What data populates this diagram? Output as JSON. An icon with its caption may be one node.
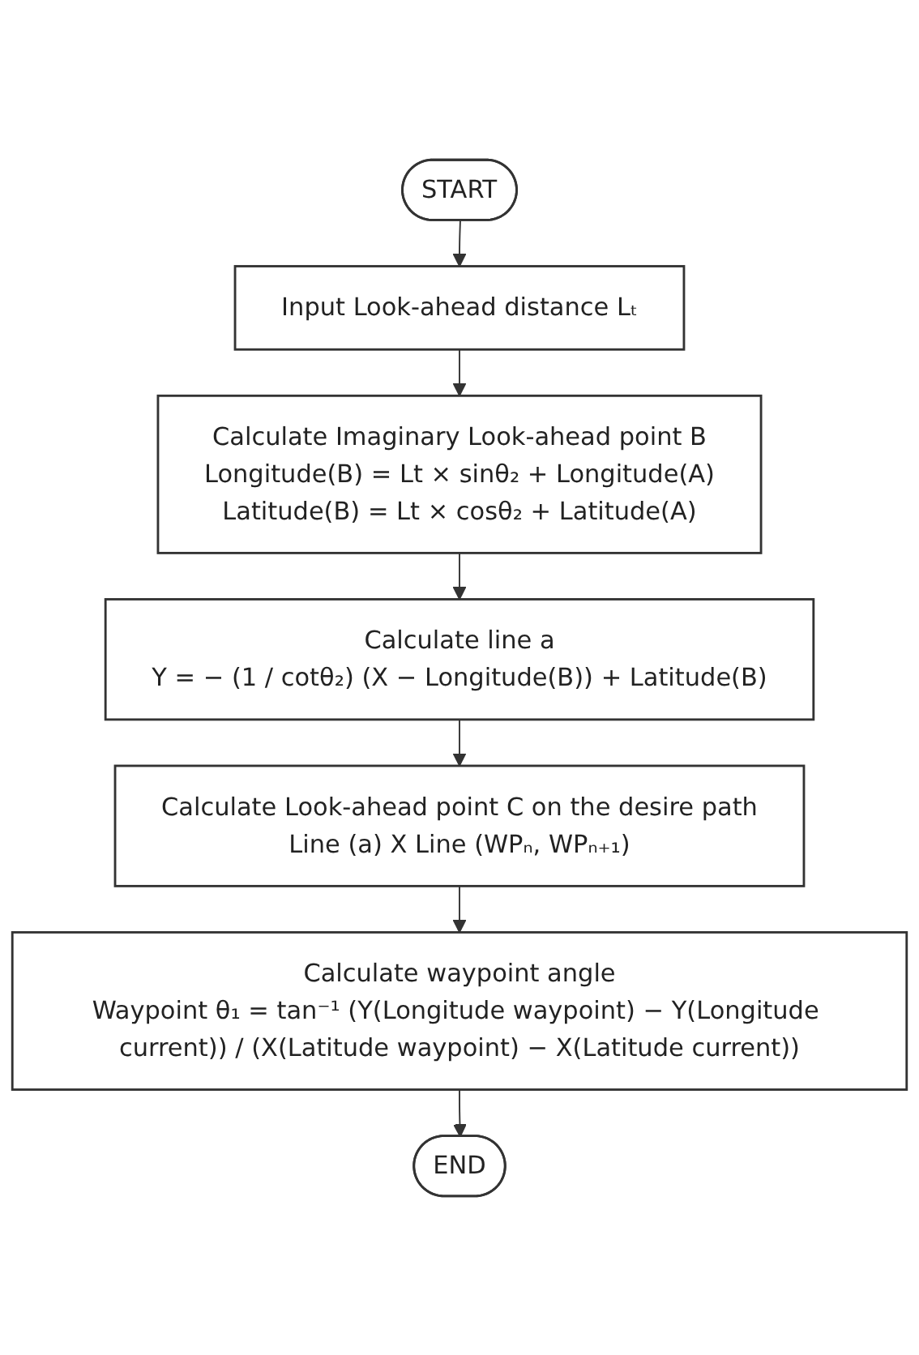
{
  "diagram": {
    "nodes": [
      {
        "text": [
          "START"
        ]
      },
      {
        "text": [
          "Input Look-ahead distance Lₜ"
        ]
      },
      {
        "text": [
          "Calculate Imaginary Look-ahead point B",
          "Longitude(B) = Lt × sinθ₂ + Longitude(A)",
          "Latitude(B) = Lt × cosθ₂ + Latitude(A)"
        ]
      },
      {
        "text": [
          "Calculate line a",
          "Y = − (1 / cotθ₂) (X − Longitude(B)) + Latitude(B)"
        ]
      },
      {
        "text": [
          "Calculate Look-ahead point C on the desire path",
          "Line (a) X Line (WPₙ, WPₙ₊₁)"
        ]
      },
      {
        "text": [
          "Calculate waypoint angle",
          "Waypoint θ₁ = tan⁻¹ (Y(Longitude waypoint) − Y(Longitude current)) / (X(Latitude waypoint) − X(Latitude current))"
        ]
      },
      {
        "text": [
          "END"
        ]
      }
    ],
    "edges": [
      {
        "from": 0,
        "to": 1,
        "arrow": "to"
      },
      {
        "from": 1,
        "to": 2,
        "arrow": "to"
      },
      {
        "from": 2,
        "to": 3,
        "arrow": "to"
      },
      {
        "from": 3,
        "to": 4,
        "arrow": "to"
      },
      {
        "from": 4,
        "to": 5,
        "arrow": "to"
      },
      {
        "from": 5,
        "to": 6,
        "arrow": "to"
      }
    ]
  }
}
